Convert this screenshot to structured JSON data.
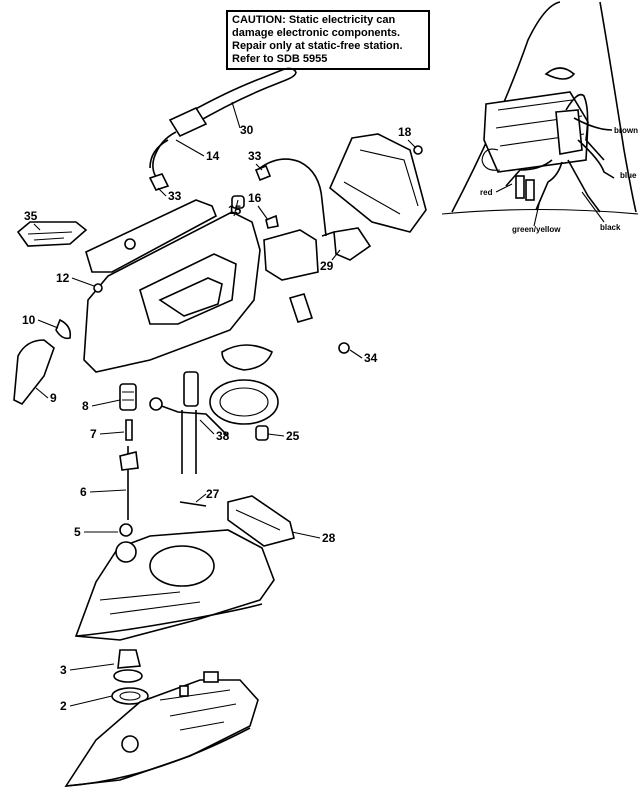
{
  "caution": {
    "lines": [
      "CAUTION: Static electricity can",
      "damage electronic components.",
      "Repair only at static-free station.",
      "Refer to SDB 5955"
    ]
  },
  "parts": {
    "p2": "2",
    "p3": "3",
    "p5": "5",
    "p6": "6",
    "p7": "7",
    "p8": "8",
    "p9": "9",
    "p10": "10",
    "p12": "12",
    "p14": "14",
    "p15": "15",
    "p16": "16",
    "p18": "18",
    "p25": "25",
    "p27": "27",
    "p28": "28",
    "p29": "29",
    "p30": "30",
    "p33a": "33",
    "p33b": "33",
    "p34": "34",
    "p35": "35",
    "p38": "38"
  },
  "wiring": {
    "brown": "brown",
    "blue": "blue",
    "red": "red",
    "green_yellow": "green/yellow",
    "black": "black"
  }
}
